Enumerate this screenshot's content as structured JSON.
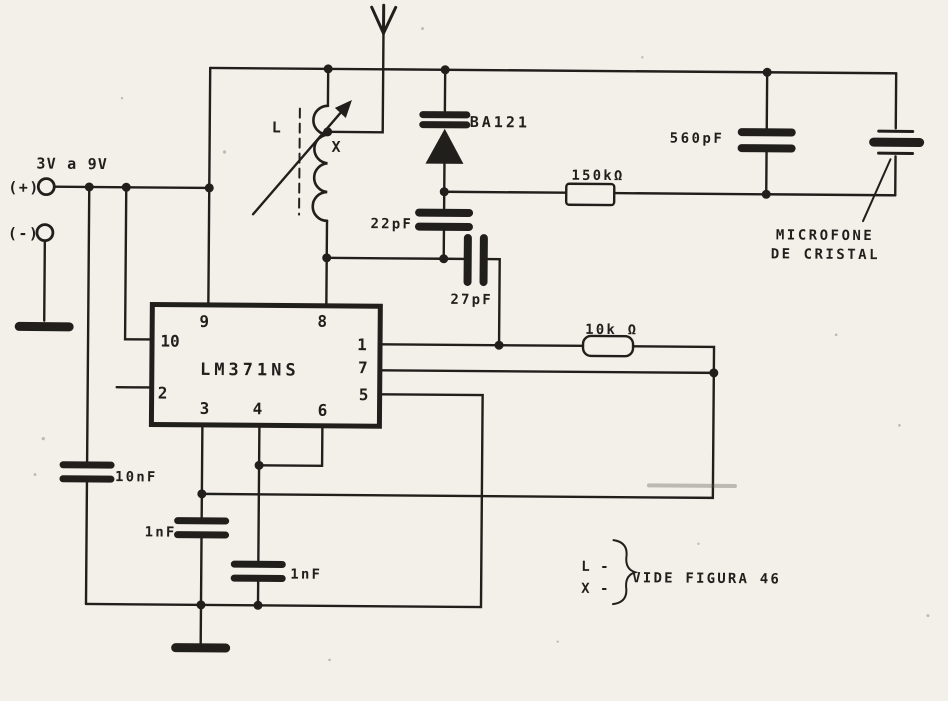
{
  "colors": {
    "ink": "#211f1c",
    "paper": "#f2f0e9"
  },
  "supply": {
    "range": "3V a 9V",
    "positive": "(+)",
    "negative": "(-)"
  },
  "tank": {
    "inductor": "L",
    "adjust": "X"
  },
  "components": {
    "varicap": "BA121",
    "c22": "22pF",
    "c27": "27pF",
    "r150k": "150kΩ",
    "c560": "560pF",
    "r10k": "10k Ω",
    "c10n": "10nF",
    "c1n_a": "1nF",
    "c1n_b": "1nF"
  },
  "microphone": {
    "line1": "MICROFONE",
    "line2": "DE CRISTAL"
  },
  "ic": {
    "part": "LM371NS",
    "pins": {
      "p1": "1",
      "p2": "2",
      "p3": "3",
      "p4": "4",
      "p5": "5",
      "p6": "6",
      "p7": "7",
      "p8": "8",
      "p9": "9",
      "p10": "10"
    }
  },
  "note": {
    "item_l": "L -",
    "item_x": "X -",
    "text": "VIDE FIGURA 46"
  }
}
